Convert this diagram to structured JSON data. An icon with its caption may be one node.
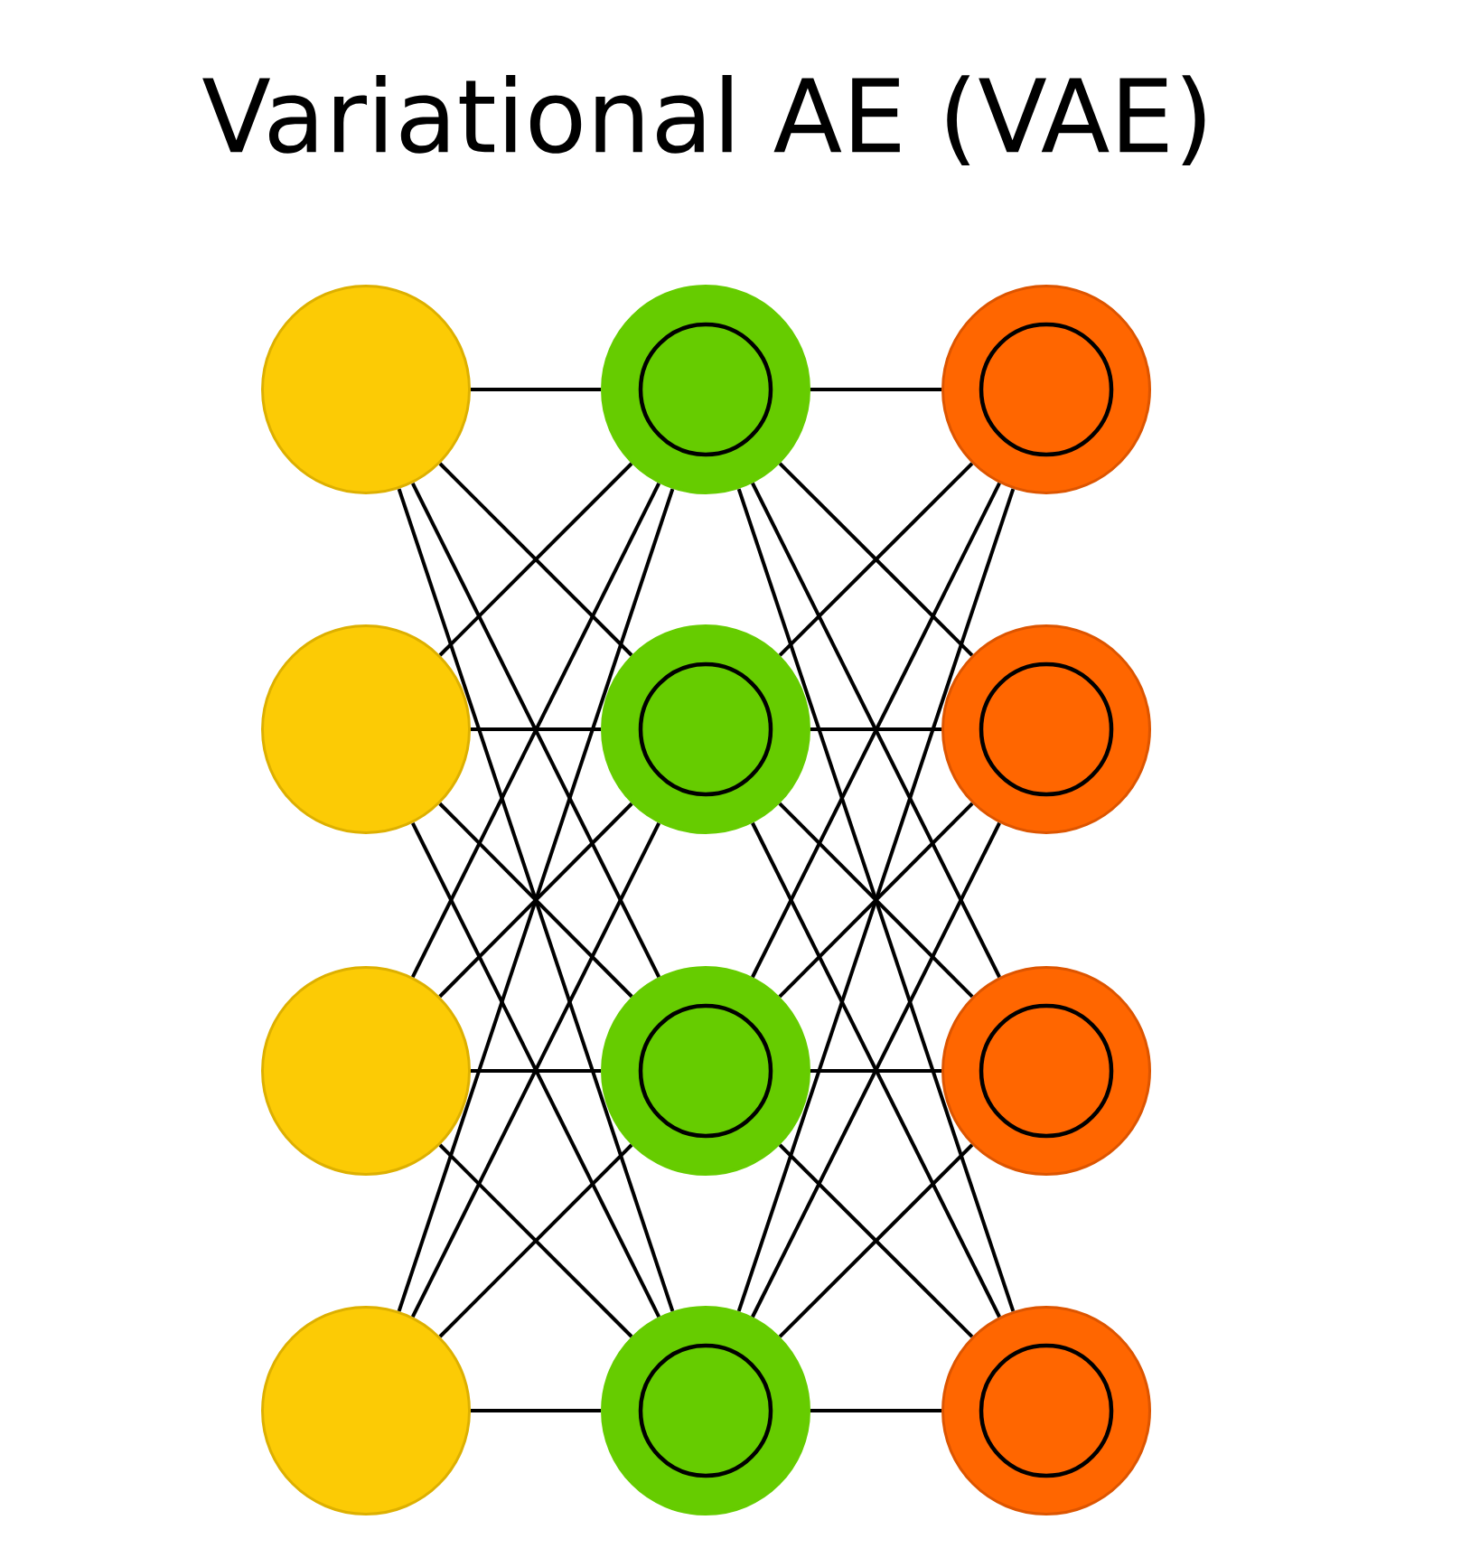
{
  "diagram": {
    "title": "Variational AE (VAE)",
    "nodes": [
      {
        "text": [],
        "shape": "circle"
      },
      {
        "text": [],
        "shape": "circle"
      },
      {
        "text": [],
        "shape": "circle"
      },
      {
        "text": [],
        "shape": "circle"
      },
      {
        "text": [],
        "shape": "circle"
      },
      {
        "text": [],
        "shape": "circle"
      },
      {
        "text": [],
        "shape": "circle"
      },
      {
        "text": [],
        "shape": "circle"
      },
      {
        "text": [],
        "shape": "circle"
      },
      {
        "text": [],
        "shape": "circle"
      },
      {
        "text": [],
        "shape": "circle"
      },
      {
        "text": [],
        "shape": "circle"
      }
    ],
    "edges": [
      {
        "from": 0,
        "to": 4,
        "arrow": "none"
      },
      {
        "from": 0,
        "to": 5,
        "arrow": "none"
      },
      {
        "from": 0,
        "to": 6,
        "arrow": "none"
      },
      {
        "from": 0,
        "to": 7,
        "arrow": "none"
      },
      {
        "from": 1,
        "to": 4,
        "arrow": "none"
      },
      {
        "from": 1,
        "to": 5,
        "arrow": "none"
      },
      {
        "from": 1,
        "to": 6,
        "arrow": "none"
      },
      {
        "from": 1,
        "to": 7,
        "arrow": "none"
      },
      {
        "from": 2,
        "to": 4,
        "arrow": "none"
      },
      {
        "from": 2,
        "to": 5,
        "arrow": "none"
      },
      {
        "from": 2,
        "to": 6,
        "arrow": "none"
      },
      {
        "from": 2,
        "to": 7,
        "arrow": "none"
      },
      {
        "from": 3,
        "to": 4,
        "arrow": "none"
      },
      {
        "from": 3,
        "to": 5,
        "arrow": "none"
      },
      {
        "from": 3,
        "to": 6,
        "arrow": "none"
      },
      {
        "from": 3,
        "to": 7,
        "arrow": "none"
      },
      {
        "from": 4,
        "to": 8,
        "arrow": "none"
      },
      {
        "from": 4,
        "to": 9,
        "arrow": "none"
      },
      {
        "from": 4,
        "to": 10,
        "arrow": "none"
      },
      {
        "from": 4,
        "to": 11,
        "arrow": "none"
      },
      {
        "from": 5,
        "to": 8,
        "arrow": "none"
      },
      {
        "from": 5,
        "to": 9,
        "arrow": "none"
      },
      {
        "from": 5,
        "to": 10,
        "arrow": "none"
      },
      {
        "from": 5,
        "to": 11,
        "arrow": "none"
      },
      {
        "from": 6,
        "to": 8,
        "arrow": "none"
      },
      {
        "from": 6,
        "to": 9,
        "arrow": "none"
      },
      {
        "from": 6,
        "to": 10,
        "arrow": "none"
      },
      {
        "from": 6,
        "to": 11,
        "arrow": "none"
      },
      {
        "from": 7,
        "to": 8,
        "arrow": "none"
      },
      {
        "from": 7,
        "to": 9,
        "arrow": "none"
      },
      {
        "from": 7,
        "to": 10,
        "arrow": "none"
      },
      {
        "from": 7,
        "to": 11,
        "arrow": "none"
      }
    ]
  }
}
